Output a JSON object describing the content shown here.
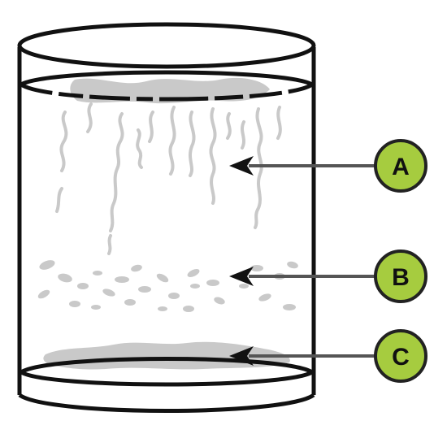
{
  "labels": [
    {
      "id": "A",
      "text": "A"
    },
    {
      "id": "B",
      "text": "B"
    },
    {
      "id": "C",
      "text": "C"
    }
  ],
  "colors": {
    "outline": "#111111",
    "sediment": "#c9c9c9",
    "badge_fill": "#a6cc3f",
    "badge_stroke": "#222222",
    "pointer": "#555555"
  }
}
